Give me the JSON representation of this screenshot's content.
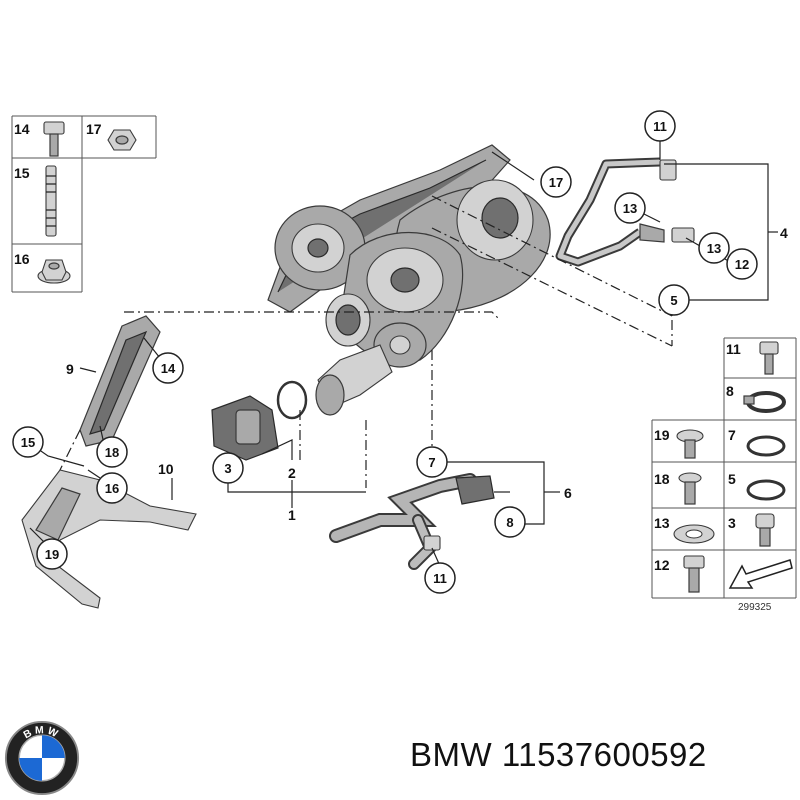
{
  "diagram": {
    "ref_code": "299325",
    "callouts": [
      "11",
      "17",
      "13",
      "13",
      "12",
      "5",
      "9",
      "14",
      "15",
      "18",
      "16",
      "19",
      "3",
      "2",
      "1",
      "10",
      "7",
      "8",
      "11"
    ],
    "plain_labels": [
      "4",
      "6",
      "10",
      "9"
    ],
    "legend_left": [
      "14",
      "17",
      "15",
      "16"
    ],
    "legend_right": [
      [
        "11",
        ""
      ],
      [
        "8",
        ""
      ],
      [
        "19",
        "7"
      ],
      [
        "18",
        "5"
      ],
      [
        "13",
        "3"
      ],
      [
        "12",
        ""
      ]
    ]
  },
  "footer": {
    "brand_logo_text": "BMW",
    "part_caption": "BMW 11537600592"
  }
}
